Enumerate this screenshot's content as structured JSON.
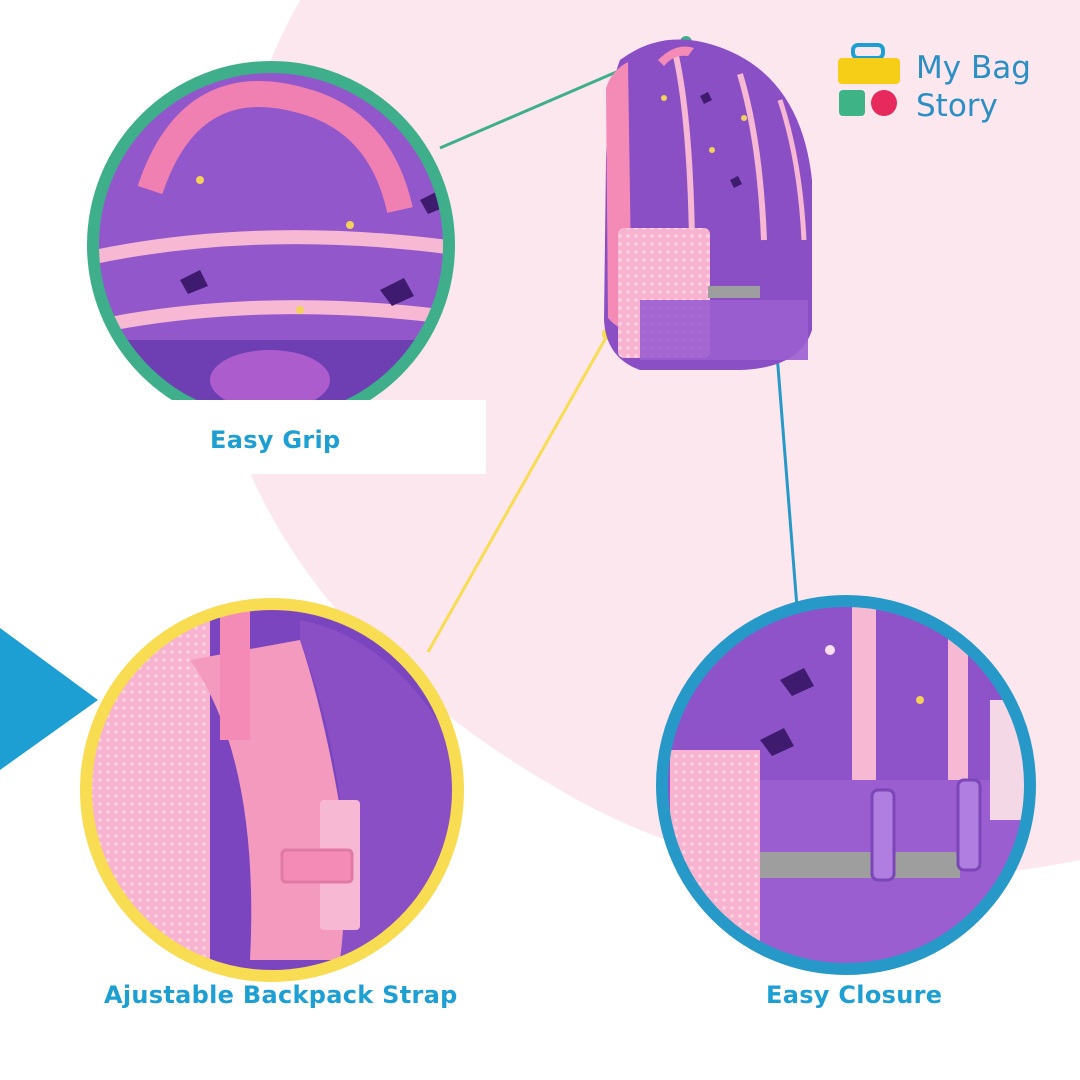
{
  "brand": {
    "line1": "My Bag",
    "line2": "Story",
    "colors": {
      "text": "#2a8fc4",
      "yellow": "#f6cd17",
      "green": "#3eb386",
      "red": "#e8295d",
      "blue": "#1e9fd4"
    }
  },
  "features": [
    {
      "label": "Easy Grip",
      "ring_color": "#3eaf8a"
    },
    {
      "label": "Ajustable Backpack Strap",
      "ring_color": "#f8dc52"
    },
    {
      "label": "Easy Closure",
      "ring_color": "#2699c8"
    }
  ],
  "theme": {
    "label_color": "#1e9fd4",
    "pink_bg": "#fde7ef",
    "blue_shape": "#1e9fd4",
    "bag_purple": "#8a4fc4",
    "bag_pink": "#f4a6c8"
  }
}
